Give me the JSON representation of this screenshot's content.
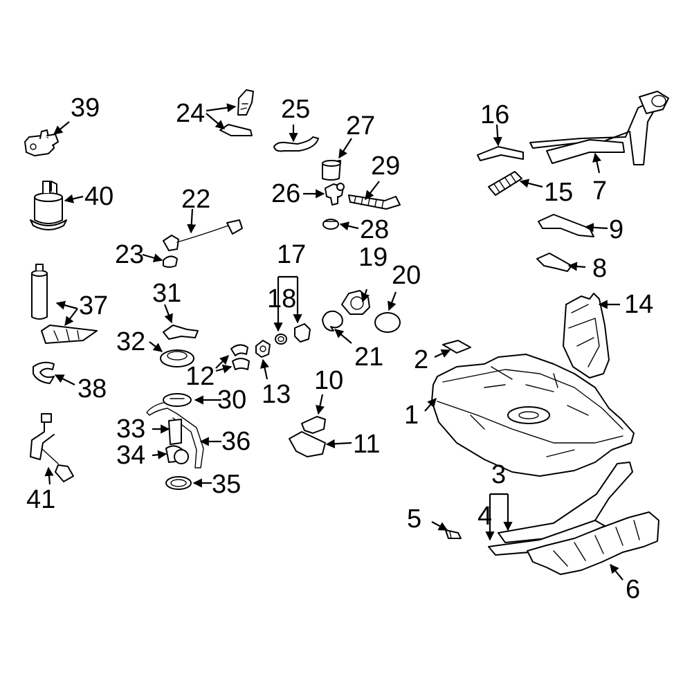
{
  "callouts": [
    {
      "id": "c1",
      "text": "1"
    },
    {
      "id": "c2",
      "text": "2"
    },
    {
      "id": "c3",
      "text": "3"
    },
    {
      "id": "c4",
      "text": "4"
    },
    {
      "id": "c5",
      "text": "5"
    },
    {
      "id": "c6",
      "text": "6"
    },
    {
      "id": "c7",
      "text": "7"
    },
    {
      "id": "c8",
      "text": "8"
    },
    {
      "id": "c9",
      "text": "9"
    },
    {
      "id": "c10",
      "text": "10"
    },
    {
      "id": "c11",
      "text": "11"
    },
    {
      "id": "c12",
      "text": "12"
    },
    {
      "id": "c13",
      "text": "13"
    },
    {
      "id": "c14",
      "text": "14"
    },
    {
      "id": "c15",
      "text": "15"
    },
    {
      "id": "c16",
      "text": "16"
    },
    {
      "id": "c17",
      "text": "17"
    },
    {
      "id": "c18",
      "text": "18"
    },
    {
      "id": "c19",
      "text": "19"
    },
    {
      "id": "c20",
      "text": "20"
    },
    {
      "id": "c21",
      "text": "21"
    },
    {
      "id": "c22",
      "text": "22"
    },
    {
      "id": "c23",
      "text": "23"
    },
    {
      "id": "c24",
      "text": "24"
    },
    {
      "id": "c25",
      "text": "25"
    },
    {
      "id": "c26",
      "text": "26"
    },
    {
      "id": "c27",
      "text": "27"
    },
    {
      "id": "c28",
      "text": "28"
    },
    {
      "id": "c29",
      "text": "29"
    },
    {
      "id": "c30",
      "text": "30"
    },
    {
      "id": "c31",
      "text": "31"
    },
    {
      "id": "c32",
      "text": "32"
    },
    {
      "id": "c33",
      "text": "33"
    },
    {
      "id": "c34",
      "text": "34"
    },
    {
      "id": "c35",
      "text": "35"
    },
    {
      "id": "c36",
      "text": "36"
    },
    {
      "id": "c37",
      "text": "37"
    },
    {
      "id": "c38",
      "text": "38"
    },
    {
      "id": "c39",
      "text": "39"
    },
    {
      "id": "c40",
      "text": "40"
    },
    {
      "id": "c41",
      "text": "41"
    }
  ],
  "colors": {
    "line": "#000000",
    "background": "#ffffff"
  }
}
